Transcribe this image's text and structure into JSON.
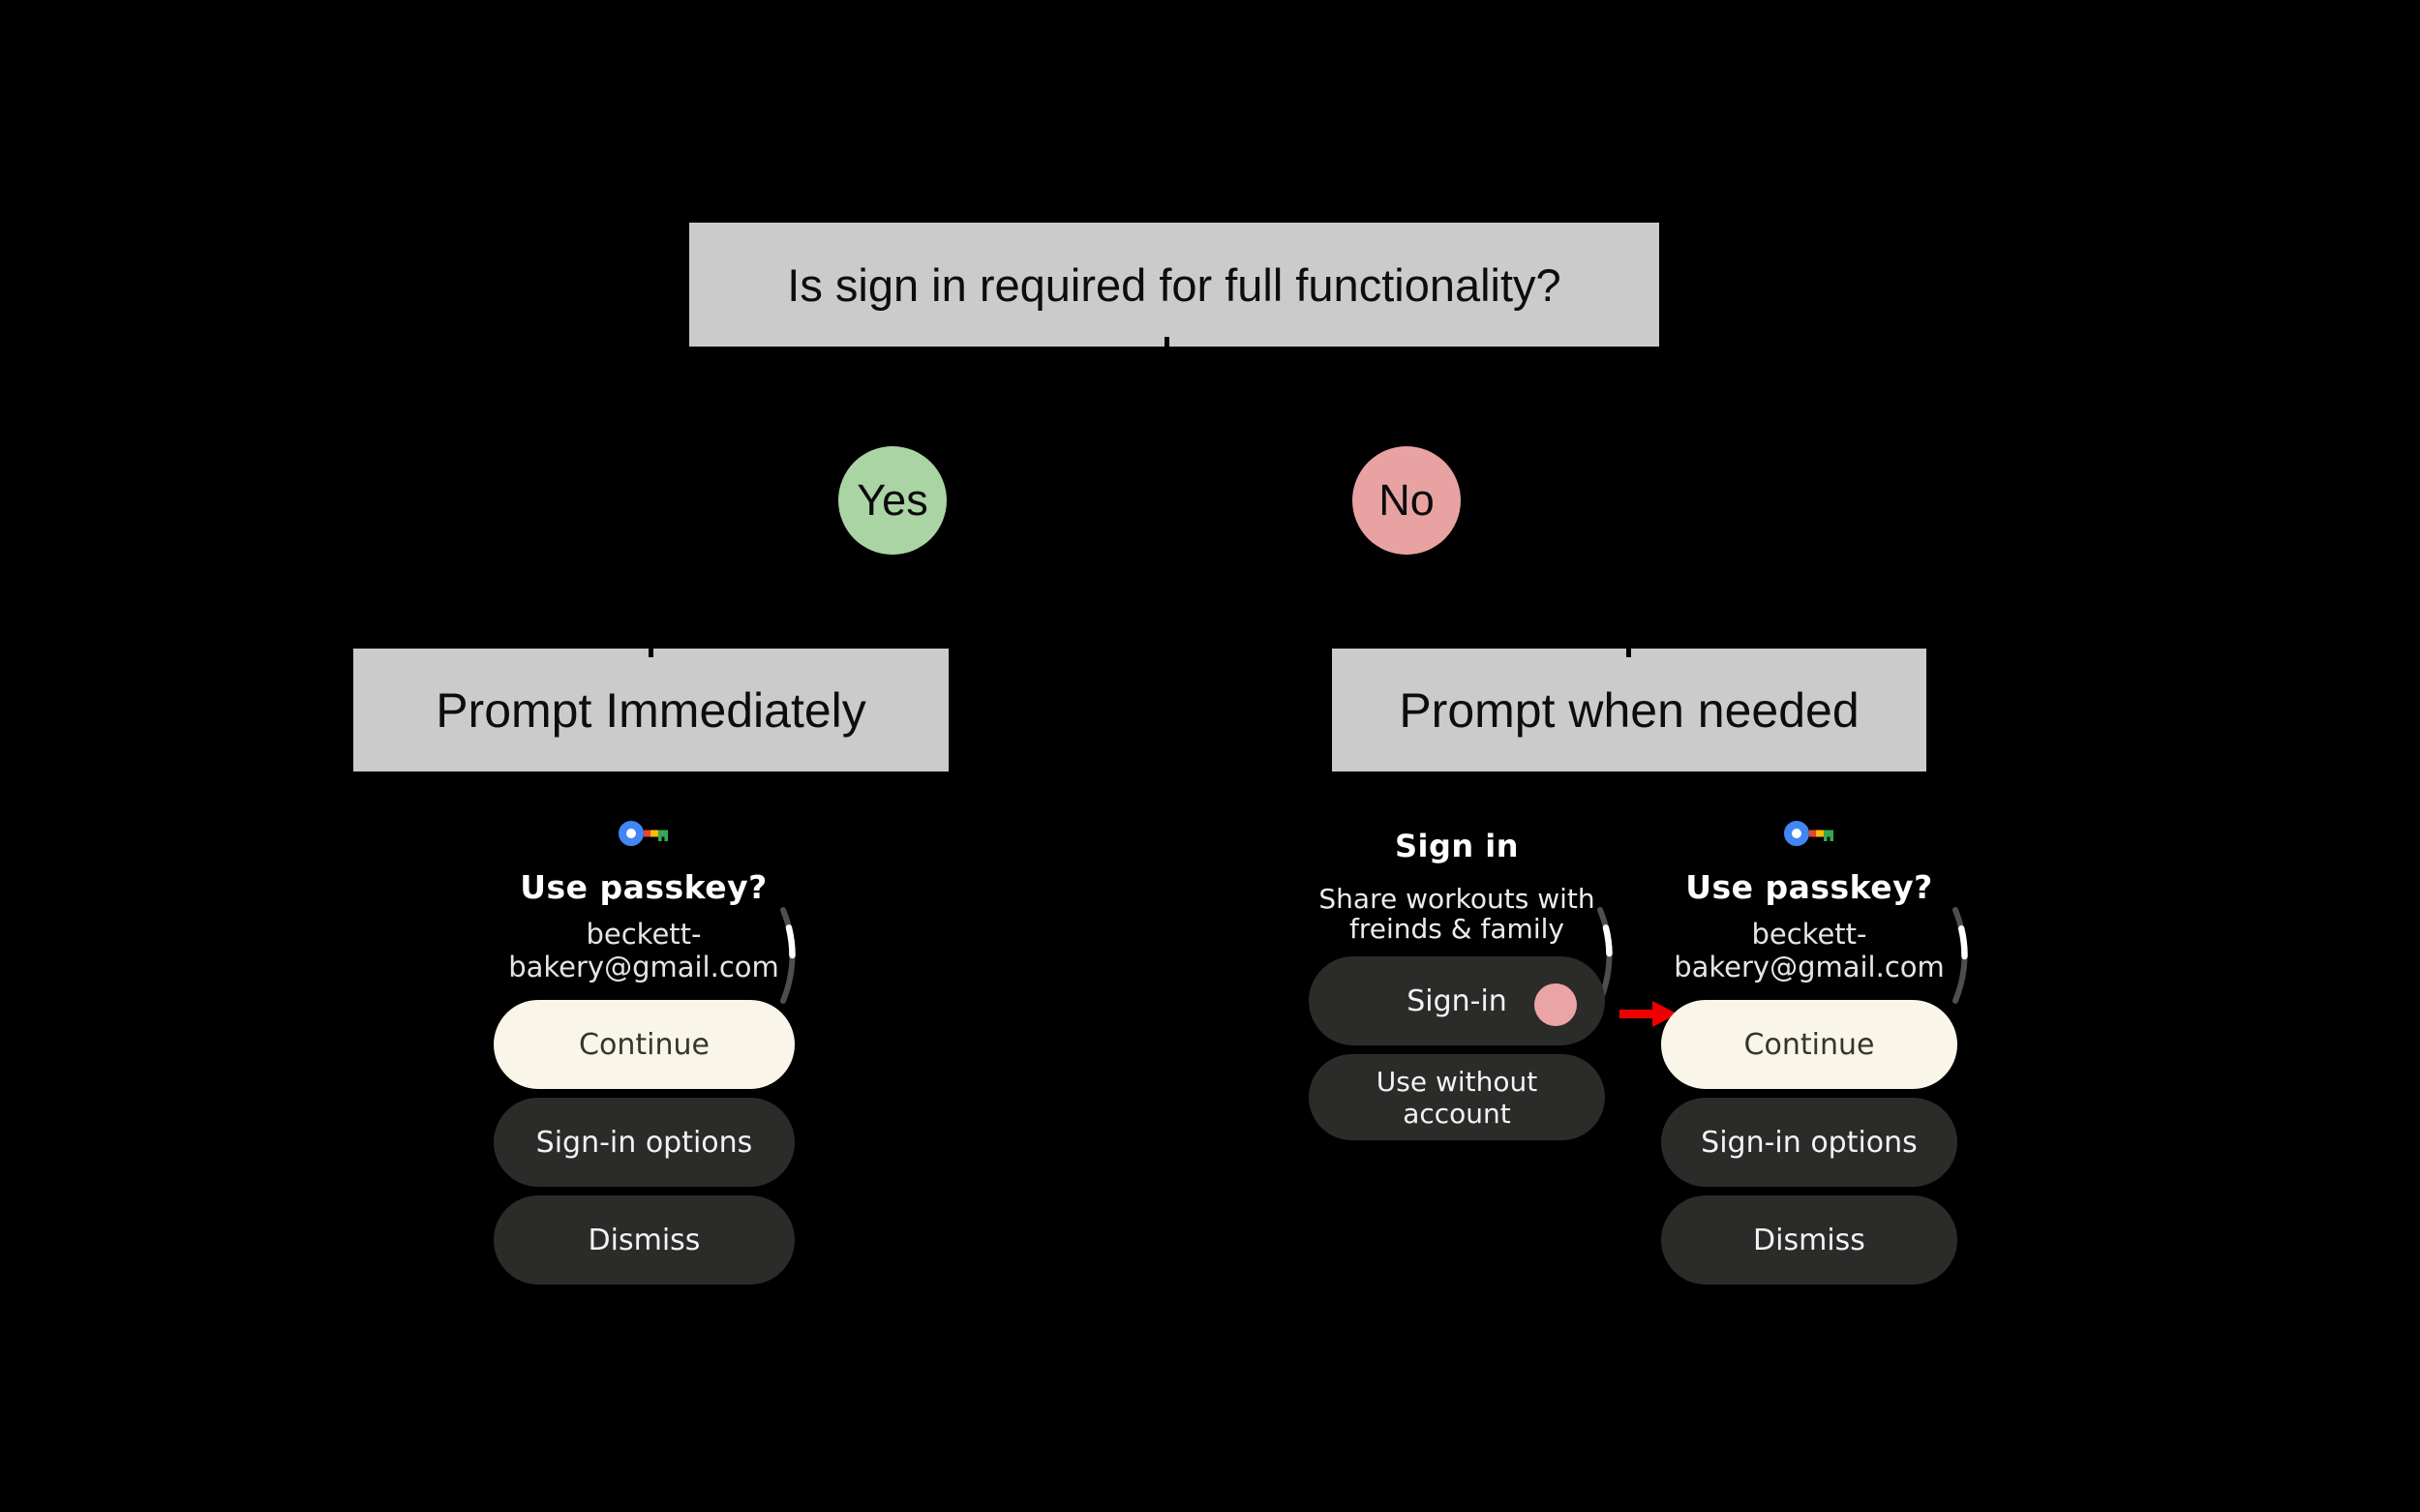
{
  "question": {
    "text": "Is sign in required for full functionality?"
  },
  "branch_yes": {
    "label": "Yes",
    "heading": "Prompt Immediately"
  },
  "branch_no": {
    "label": "No",
    "heading": "Prompt when needed"
  },
  "passkey_screen_left": {
    "title": "Use passkey?",
    "email_line1": "beckett-",
    "email_line2": "bakery@gmail.com",
    "continue_label": "Continue",
    "signin_options_label": "Sign-in options",
    "dismiss_label": "Dismiss"
  },
  "signin_screen": {
    "title": "Sign in",
    "subtitle_line1": "Share workouts with",
    "subtitle_line2": "freinds & family",
    "signin_label": "Sign-in",
    "use_without_line1": "Use without",
    "use_without_line2": "account"
  },
  "passkey_screen_right": {
    "title": "Use passkey?",
    "email_line1": "beckett-",
    "email_line2": "bakery@gmail.com",
    "continue_label": "Continue",
    "signin_options_label": "Sign-in options",
    "dismiss_label": "Dismiss"
  },
  "colors": {
    "background": "#000000",
    "flow_box_gray": "#CBCBCB",
    "yes_circle_green": "#ABD4A4",
    "no_circle_pink": "#E8A2A2",
    "cream_button": "#F9F6E9",
    "dark_button": "#2B2B29",
    "tap_dot_pink": "#EBA4A4",
    "arrow_red": "#EE0000",
    "passkey_blue": "#4285F4",
    "passkey_red": "#EA4335",
    "passkey_yellow": "#FBBC04",
    "passkey_green": "#34A853"
  }
}
